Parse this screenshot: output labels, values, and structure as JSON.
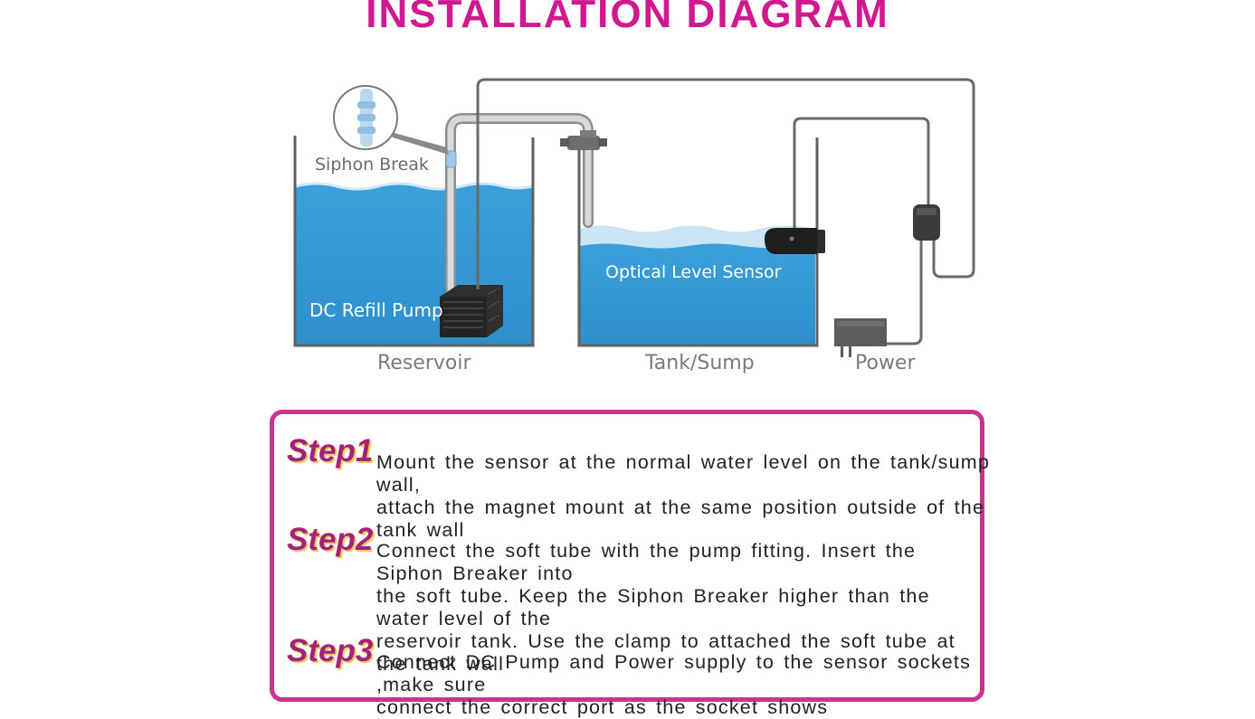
{
  "title": "INSTALLATION DIAGRAM",
  "diagram": {
    "siphon_break_label": "Siphon Break",
    "pump_label": "DC Refill Pump",
    "sensor_label": "Optical Level Sensor",
    "reservoir_label": "Reservoir",
    "tank_label": "Tank/Sump",
    "power_label": "Power"
  },
  "steps": [
    {
      "label": "Step1",
      "lines": [
        "Mount the sensor at the normal water level on the tank/sump wall,",
        "attach the magnet mount at the same position outside of the tank wall"
      ]
    },
    {
      "label": "Step2",
      "lines": [
        "Connect the soft tube with the pump fitting. Insert the Siphon Breaker into",
        "the soft tube. Keep the Siphon Breaker higher than the water level of the",
        "reservoir tank. Use the clamp to attached the soft tube at the tank wall"
      ]
    },
    {
      "label": "Step3",
      "lines": [
        "Connect DC Pump and Power supply to the sensor sockets ,make sure",
        "connect the correct port as the socket shows"
      ]
    }
  ],
  "colors": {
    "title": "#d0198f",
    "water": "#3b9ed6",
    "frame": "#c8348e",
    "step_label": "#a3237a"
  }
}
